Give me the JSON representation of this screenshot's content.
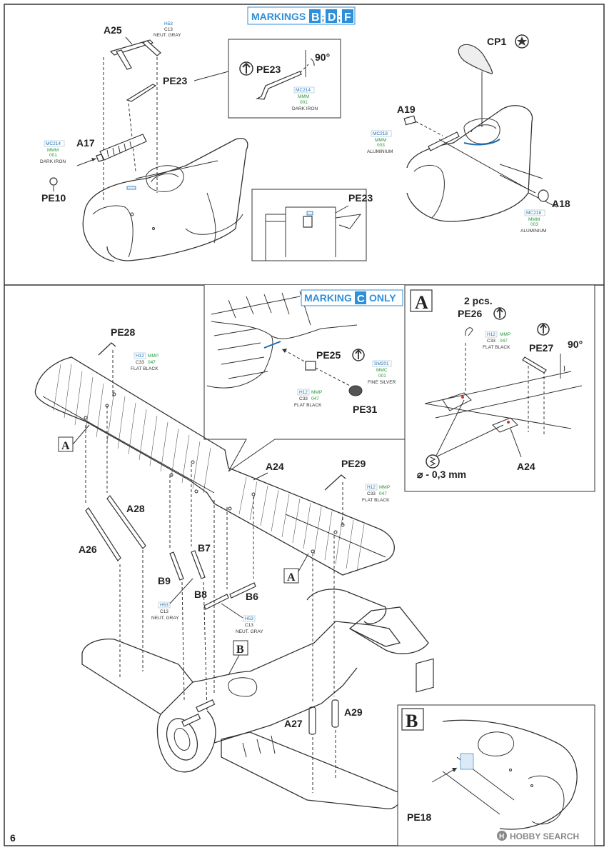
{
  "page": {
    "number": "6"
  },
  "top_section": {
    "markings_header": {
      "prefix": "MARKINGS",
      "codes": [
        "B",
        "D",
        "F"
      ],
      "separator": ";"
    },
    "labels": {
      "a25": "A25",
      "pe23": "PE23",
      "a17": "A17",
      "pe10": "PE10",
      "a19": "A19",
      "cp1": "CP1",
      "a18": "A18",
      "pe23_inset": "PE23",
      "pe23_detail": "PE23",
      "angle": "90°"
    },
    "paint_codes": {
      "neut_gray": {
        "h": "H53",
        "c": "C13",
        "name": "NEUT. GRAY"
      },
      "dark_iron": {
        "mc": "MC214",
        "mmm": "MMM",
        "num": "001",
        "name": "DARK IRON"
      },
      "aluminium": {
        "mc": "MC218",
        "mmm": "MMM",
        "num": "003",
        "name": "ALUMINIUM"
      }
    }
  },
  "bottom_section": {
    "marking_c_header": {
      "prefix": "MARKING",
      "code": "C",
      "suffix": "ONLY"
    },
    "labels": {
      "pe28": "PE28",
      "pe29": "PE29",
      "pe25": "PE25",
      "pe31": "PE31",
      "a24": "A24",
      "a26": "A26",
      "a28": "A28",
      "b9": "B9",
      "b7": "B7",
      "b8": "B8",
      "b6": "B6",
      "a27": "A27",
      "a29": "A29",
      "box_a": "A",
      "box_b": "B"
    },
    "paint_codes": {
      "flat_black": {
        "h": "H12",
        "mmp": "MMP",
        "c": "C33",
        "num": "047",
        "name": "FLAT BLACK"
      },
      "fine_silver": {
        "sm": "SM201",
        "mmc": "MMC",
        "num": "001",
        "name": "FINE SILVER"
      },
      "neut_gray": {
        "h": "H53",
        "c": "C13",
        "name": "NEUT. GRAY"
      }
    },
    "detail_a": {
      "title": "A",
      "pcs": "2 pcs.",
      "pe26": "PE26",
      "pe27": "PE27",
      "angle": "90°",
      "drill": "⌀ - 0,3 mm",
      "a24": "A24"
    },
    "detail_b": {
      "title": "B",
      "pe18": "PE18"
    }
  },
  "watermark": {
    "text": "HOBBY SEARCH",
    "logo_letter": "H"
  },
  "colors": {
    "accent_blue": "#2f8fd8",
    "ink": "#222222",
    "paint_blue": "#1a6fb5",
    "paint_green": "#2a9a3a"
  }
}
